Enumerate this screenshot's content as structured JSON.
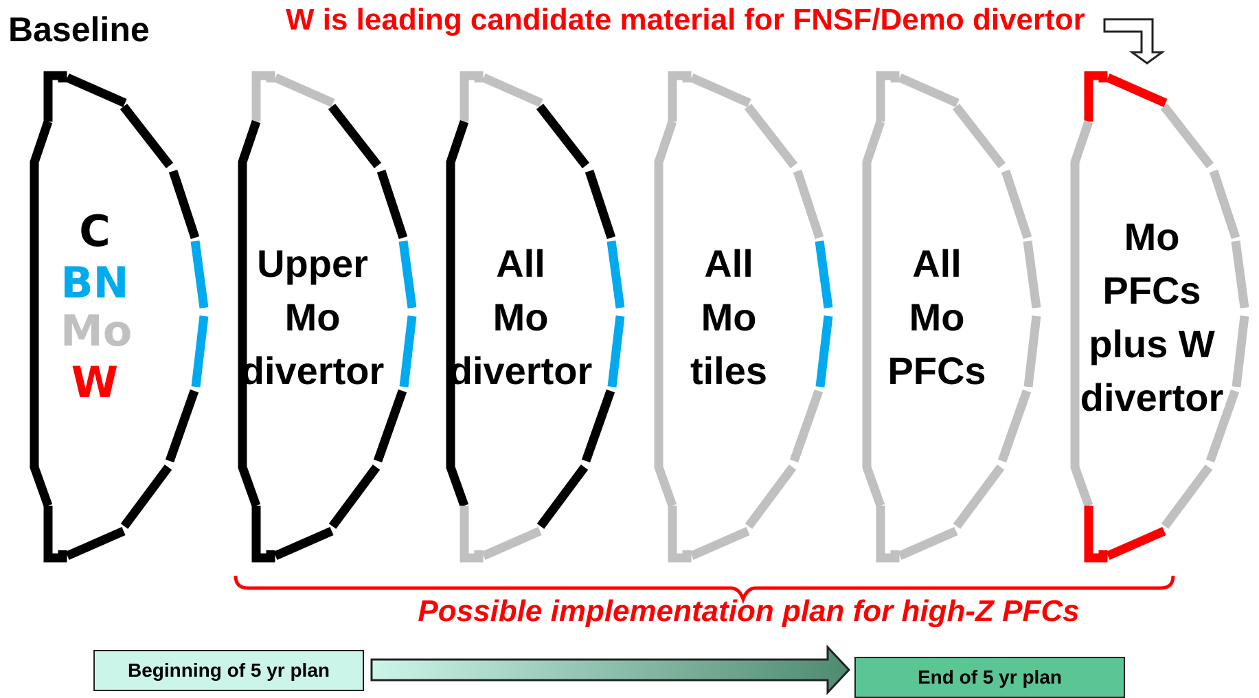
{
  "header": {
    "title": "Baseline",
    "headline": "W is leading candidate material for FNSF/Demo divertor"
  },
  "legend": [
    {
      "text": "C",
      "color": "#000000"
    },
    {
      "text": "BN",
      "color": "#00aaee"
    },
    {
      "text": "Mo",
      "color": "#c0c0c0"
    },
    {
      "text": "W",
      "color": "#ff0000"
    }
  ],
  "colors": {
    "C": "#000000",
    "BN": "#00aaee",
    "Mo": "#c0c0c0",
    "W": "#ff0000",
    "accent": "#ff0000"
  },
  "stages": [
    {
      "label_lines": [
        "",
        "",
        ""
      ],
      "materials": {
        "center_column": "C",
        "upper_divertor": "C",
        "outer_upper": "C",
        "outer_mid": "BN",
        "lower_divertor": "C",
        "outer_lower": "C"
      }
    },
    {
      "label_lines": [
        "Upper",
        "Mo",
        "divertor"
      ],
      "materials": {
        "center_column": "C",
        "upper_divertor": "Mo",
        "outer_upper": "C",
        "outer_mid": "BN",
        "lower_divertor": "C",
        "outer_lower": "C"
      }
    },
    {
      "label_lines": [
        "All",
        "Mo",
        "divertor"
      ],
      "materials": {
        "center_column": "C",
        "upper_divertor": "Mo",
        "outer_upper": "C",
        "outer_mid": "BN",
        "lower_divertor": "Mo",
        "outer_lower": "C"
      }
    },
    {
      "label_lines": [
        "All",
        "Mo",
        "tiles"
      ],
      "materials": {
        "center_column": "Mo",
        "upper_divertor": "Mo",
        "outer_upper": "Mo",
        "outer_mid": "BN",
        "lower_divertor": "Mo",
        "outer_lower": "Mo"
      }
    },
    {
      "label_lines": [
        "All",
        "Mo",
        "PFCs"
      ],
      "materials": {
        "center_column": "Mo",
        "upper_divertor": "Mo",
        "outer_upper": "Mo",
        "outer_mid": "Mo",
        "lower_divertor": "Mo",
        "outer_lower": "Mo"
      }
    },
    {
      "label_lines": [
        "Mo",
        "PFCs",
        "plus W",
        "divertor"
      ],
      "materials": {
        "center_column": "Mo",
        "upper_divertor": "W",
        "outer_upper": "Mo",
        "outer_mid": "Mo",
        "lower_divertor": "W",
        "outer_lower": "Mo"
      }
    }
  ],
  "plan_label": "Possible implementation plan for high-Z PFCs",
  "timeline": {
    "start": "Beginning of 5 yr plan",
    "end": "End of 5 yr plan"
  }
}
